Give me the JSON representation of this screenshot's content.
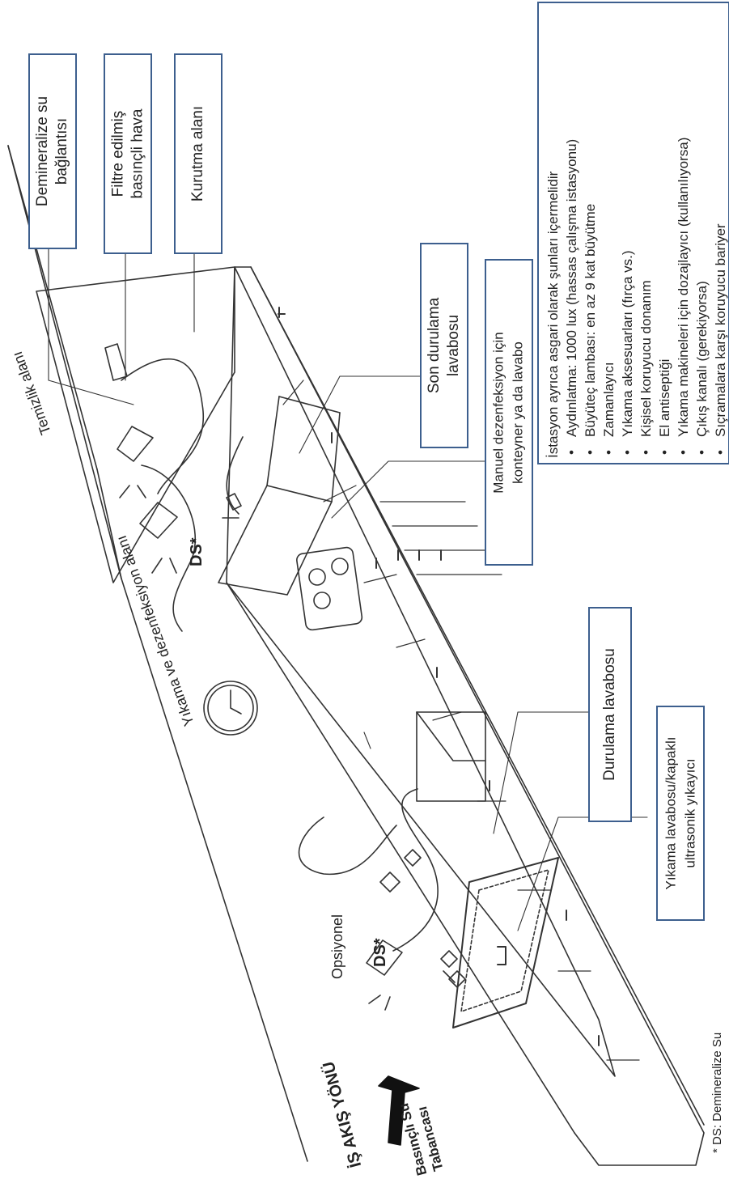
{
  "labels": {
    "demin_water": [
      "Demineralize su",
      "bağlantısı"
    ],
    "filtered_air": [
      "Filtre edilmiş",
      "basınçli hava"
    ],
    "drying_area": "Kurutma alanı",
    "final_rinse_sink": [
      "Son durulama",
      "lavabosu"
    ],
    "manual_disinfection": [
      "Manuel dezenfeksiyon için",
      "konteyner ya da lavabo"
    ],
    "rinse_sink": "Durulama lavabosu",
    "wash_sink": [
      "Yıkama lavabosu/kapaklı",
      "ultrasonik yıkayıcı"
    ]
  },
  "zones": {
    "clean_area": "Temizlik alanı",
    "wash_area": "Yıkama ve dezenfeksiyon alanı"
  },
  "annotations": {
    "ds_top": "DS*",
    "ds_bottom": "DS*",
    "optional": "Opsiyonel",
    "work_flow": "İŞ AKIŞ YÖNÜ",
    "pressure_gun": [
      "Basınçlı Su",
      "Tabancası"
    ],
    "footnote": "* DS: Demineralize Su"
  },
  "info": {
    "heading": "İstasyon ayrıca asgari olarak şunları içermelidir",
    "items": [
      "Aydınlatma: 1000 lux (hassas çalışma istasyonu)",
      "Büyüteç lambası: en az 9 kat büyütme",
      "Zamanlayıcı",
      "Yıkama aksesuarları (fırça vs.)",
      "Kişisel koruyucu donanım",
      "El antiseptiği",
      "Yıkama makineleri için dozajlayıcı (kullanılıyorsa)",
      "Çıkış kanalı (gerekiyorsa)",
      "Sıçramalara karşı koruyucu bariyer"
    ]
  },
  "colors": {
    "box_border": "#3d5f8e",
    "ink": "#222222"
  }
}
